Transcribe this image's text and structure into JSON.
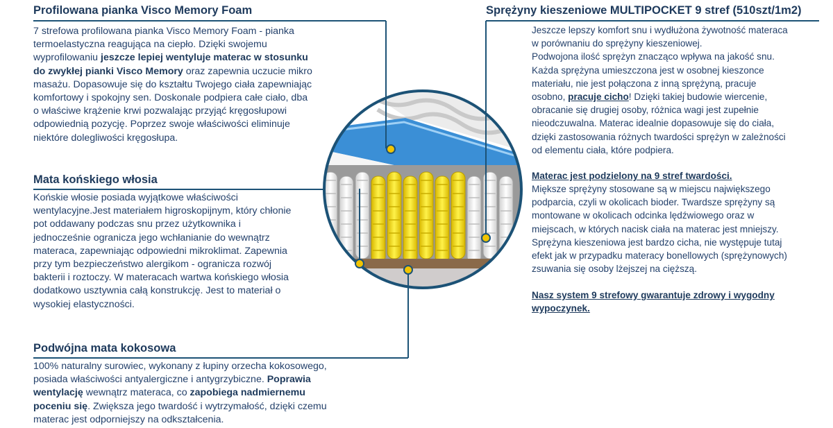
{
  "left": {
    "visco": {
      "title": "Profilowana pianka Visco Memory Foam",
      "lines": [
        [
          {
            "t": "7 strefowa profilowana pianka Visco Memory Foam - pianka"
          }
        ],
        [
          {
            "t": "termoelastyczna reagująca na ciepło. Dzięki swojemu"
          }
        ],
        [
          {
            "t": "wyprofilowaniu "
          },
          {
            "t": "jeszcze lepiej wentyluje materac w stosunku",
            "b": true
          }
        ],
        [
          {
            "t": "do zwykłej pianki Visco Memory",
            "b": true
          },
          {
            "t": " oraz zapewnia uczucie mikro"
          }
        ],
        [
          {
            "t": "masażu. Dopasowuje się do kształtu Twojego ciała zapewniając"
          }
        ],
        [
          {
            "t": "komfortowy i spokojny sen. Doskonale podpiera całe ciało, dba"
          }
        ],
        [
          {
            "t": "o właściwe krążenie krwi pozwalając przyjąć kręgosłupowi"
          }
        ],
        [
          {
            "t": "odpowiednią pozycję. Poprzez swoje właściwości eliminuje"
          }
        ],
        [
          {
            "t": "niektóre dolegliwości kręgosłupa."
          }
        ]
      ]
    },
    "horsehair": {
      "title": "Mata końskiego włosia",
      "lines": [
        [
          {
            "t": "Końskie włosie  posiada wyjątkowe właściwości"
          }
        ],
        [
          {
            "t": "wentylacyjne.Jest materiałem higroskopijnym, który chłonie"
          }
        ],
        [
          {
            "t": "pot oddawany podczas snu przez użytkownika i"
          }
        ],
        [
          {
            "t": "jednocześnie ogranicza jego wchłanianie do wewnątrz"
          }
        ],
        [
          {
            "t": "materaca, zapewniając odpowiedni mikroklimat. Zapewnia"
          }
        ],
        [
          {
            "t": "przy tym bezpieczeństwo alergikom - ogranicza rozwój"
          }
        ],
        [
          {
            "t": "bakterii i roztoczy. W materacach wartwa końskiego włosia"
          }
        ],
        [
          {
            "t": "dodatkowo usztywnia całą konstrukcję. Jest to materiał o"
          }
        ],
        [
          {
            "t": "wysokiej elastyczności."
          }
        ]
      ]
    },
    "coconut": {
      "title": "Podwójna mata kokosowa",
      "lines": [
        [
          {
            "t": "100% naturalny surowiec, wykonany z łupiny orzecha kokosowego,"
          }
        ],
        [
          {
            "t": "posiada właściwości antyalergiczne i antygrzybiczne. "
          },
          {
            "t": "Poprawia",
            "b": true
          }
        ],
        [
          {
            "t": "wentylację",
            "b": true
          },
          {
            "t": " wewnątrz materaca, co "
          },
          {
            "t": "zapobiega nadmiernemu",
            "b": true
          }
        ],
        [
          {
            "t": "poceniu się",
            "b": true
          },
          {
            "t": ". Zwiększa jego twardość i wytrzymałość, dzięki czemu"
          }
        ],
        [
          {
            "t": "materac jest odporniejszy na odkształcenia."
          }
        ]
      ]
    }
  },
  "right": {
    "springs": {
      "title": "Sprężyny kieszeniowe MULTIPOCKET  9 stref (510szt/1m2)",
      "lines": [
        [
          {
            "t": "Jeszcze lepszy komfort snu i wydłużona żywotność materaca"
          }
        ],
        [
          {
            "t": "w porównaniu do sprężyny kieszeniowej."
          }
        ],
        [
          {
            "t": "Podwojona ilość sprężyn znacząco wpływa na jakość snu."
          }
        ],
        [
          {
            "t": "Każda sprężyna umieszczona jest w osobnej kieszonce"
          }
        ],
        [
          {
            "t": "materiału, nie jest połączona z inną sprężyną, pracuje"
          }
        ],
        [
          {
            "t": "osobno, "
          },
          {
            "t": "pracuje cicho",
            "u": true
          },
          {
            "t": "! Dzięki takiej budowie wiercenie,"
          }
        ],
        [
          {
            "t": "obracanie się drugiej osoby, różnica wagi jest zupełnie"
          }
        ],
        [
          {
            "t": "nieodczuwalna. Materac idealnie dopasowuje się do ciała,"
          }
        ],
        [
          {
            "t": "dzięki zastosowania różnych twardości sprężyn w zależności"
          }
        ],
        [
          {
            "t": "od elementu ciała, które podpiera."
          }
        ]
      ]
    },
    "zones": {
      "heading": "Materac jest podzielony na 9 stref twardości.",
      "lines": [
        [
          {
            "t": "Miększe sprężyny stosowane są w miejscu największego"
          }
        ],
        [
          {
            "t": "podparcia, czyli w okolicach bioder. Twardsze sprężyny są"
          }
        ],
        [
          {
            "t": "montowane w okolicach odcinka lędźwiowego oraz w"
          }
        ],
        [
          {
            "t": "miejscach, w których nacisk ciała na materac jest mniejszy."
          }
        ],
        [
          {
            "t": "Sprężyna kieszeniowa jest bardzo cicha, nie występuje tutaj"
          }
        ],
        [
          {
            "t": "efekt jak w przypadku materacy bonellowych (sprężynowych)"
          }
        ],
        [
          {
            "t": "zsuwania się osoby lżejszej na cięższą."
          }
        ]
      ]
    },
    "guarantee": {
      "lines": [
        [
          {
            "t": "Nasz system 9 strefowy gwarantuje zdrowy i wygodny",
            "u": true
          }
        ],
        [
          {
            "t": "wypoczynek.",
            "u": true
          }
        ]
      ]
    }
  },
  "colors": {
    "rule": "#1c5276",
    "title": "#1e3a5c",
    "text": "#24416b",
    "marker": "#f2c400",
    "foam_blue": "#3b8fd6",
    "spring_yellow": "#f4e01a",
    "spring_white": "#e8e8e8"
  }
}
